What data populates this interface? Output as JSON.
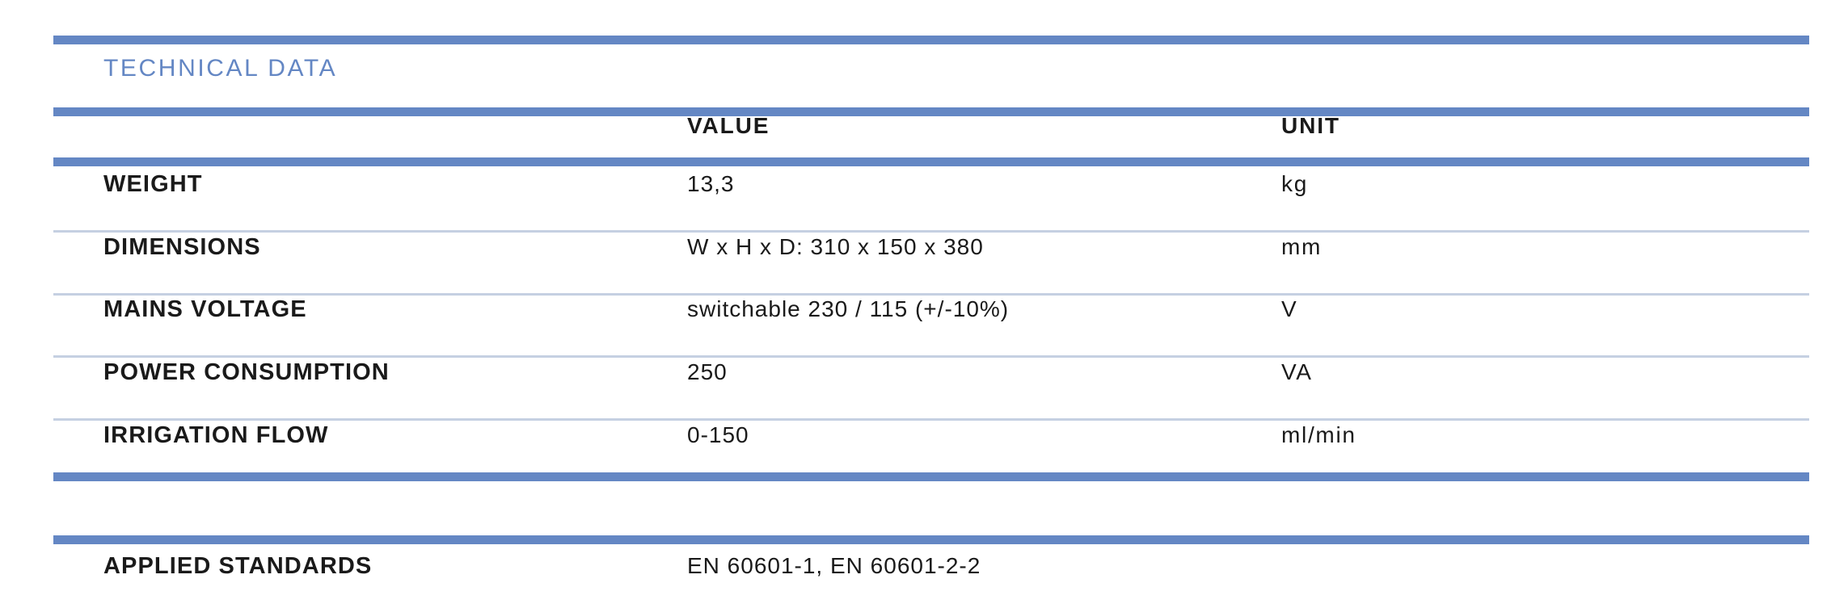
{
  "section": {
    "heading": "TECHNICAL DATA"
  },
  "table": {
    "columns": {
      "label": "",
      "value": "VALUE",
      "unit": "UNIT"
    },
    "rows": [
      {
        "label": "WEIGHT",
        "value": "13,3",
        "unit": "kg"
      },
      {
        "label": "DIMENSIONS",
        "value": "W x H x D: 310 x 150 x 380",
        "unit": "mm"
      },
      {
        "label": "MAINS VOLTAGE",
        "value": "switchable 230 / 115 (+/-10%)",
        "unit": "V"
      },
      {
        "label": "POWER CONSUMPTION",
        "value": "250",
        "unit": "VA"
      },
      {
        "label": "IRRIGATION FLOW",
        "value": "0-150",
        "unit": "ml/min"
      }
    ]
  },
  "standards": {
    "label": "APPLIED STANDARDS",
    "value": "EN 60601-1, EN 60601-2-2",
    "unit": ""
  },
  "colors": {
    "rule_thick": "#6487c4",
    "rule_thin": "#c5d0e2",
    "heading": "#6487c4",
    "text": "#1a1a1a",
    "background": "#ffffff"
  }
}
